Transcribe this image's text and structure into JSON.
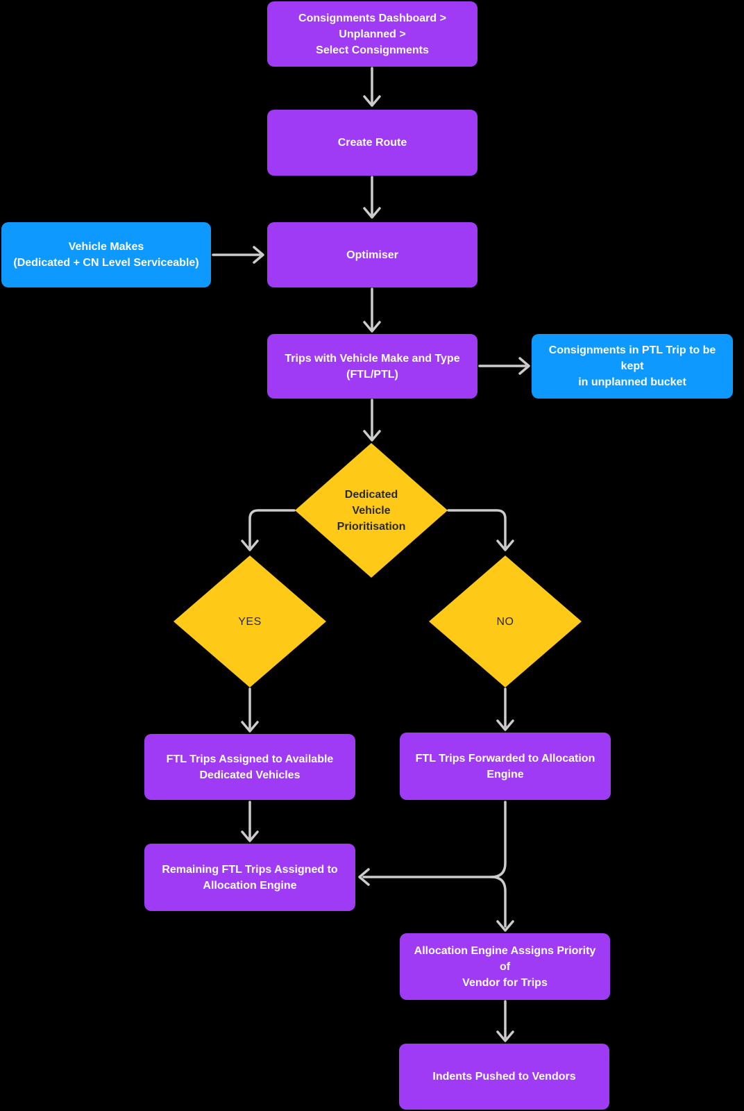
{
  "colors": {
    "background": "#000000",
    "purple": "#A03BF5",
    "blue": "#0D99FF",
    "yellow": "#FFC918",
    "connector": "#CCCCCC",
    "text_light": "#FFFFFF",
    "text_dark": "#2A2A2A"
  },
  "nodes": {
    "select_consignments": {
      "label": "Consignments Dashboard >\nUnplanned >\nSelect Consignments"
    },
    "create_route": {
      "label": "Create Route"
    },
    "vehicle_makes": {
      "label": "Vehicle Makes\n(Dedicated + CN Level Serviceable)"
    },
    "optimiser": {
      "label": "Optimiser"
    },
    "trips_vehicle_make_type": {
      "label": "Trips with Vehicle Make and Type\n(FTL/PTL)"
    },
    "ptl_unplanned_bucket": {
      "label": "Consignments in PTL Trip to be kept\nin unplanned bucket"
    },
    "dedicated_vehicle_prioritisation": {
      "label": "Dedicated\nVehicle\nPrioritisation"
    },
    "decision_yes": {
      "label": "YES"
    },
    "decision_no": {
      "label": "NO"
    },
    "ftl_assigned_dedicated": {
      "label": "FTL Trips Assigned to Available\nDedicated Vehicles"
    },
    "ftl_forwarded_allocation": {
      "label": "FTL Trips Forwarded to Allocation\nEngine"
    },
    "remaining_ftl_allocation": {
      "label": "Remaining FTL Trips Assigned to\nAllocation Engine"
    },
    "allocation_vendor_priority": {
      "label": "Allocation Engine Assigns Priority of\nVendor for Trips"
    },
    "indents_pushed_vendors": {
      "label": "Indents Pushed to Vendors"
    }
  }
}
